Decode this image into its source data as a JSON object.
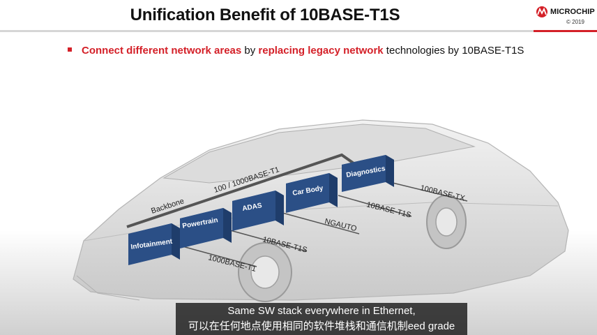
{
  "header": {
    "title": "Unification Benefit of 10BASE-T1S",
    "logo_text": "MICROCHIP",
    "copyright": "© 2019",
    "accent_color": "#d42028"
  },
  "bullet": {
    "part1": "Connect different network areas",
    "part2": " by ",
    "part3": "replacing legacy network",
    "part4": " technologies by 10BASE-T1S"
  },
  "diagram": {
    "backbone_label": "Backbone",
    "backbone_speed": "100 / 1000BASE-T1",
    "box_color": "#2b4f86",
    "modules": [
      {
        "name": "Infotainment",
        "link": "1000BASE-T1"
      },
      {
        "name": "Powertrain",
        "link": "10BASE-T1S"
      },
      {
        "name": "ADAS",
        "link": "NGAUTO"
      },
      {
        "name": "Car Body",
        "link": "10BASE-T1S"
      },
      {
        "name": "Diagnostics",
        "link": "100BASE-TX"
      }
    ]
  },
  "subtitles": {
    "english": "Same SW stack everywhere in Ethernet,",
    "chinese": "可以在任何地点使用相同的软件堆栈和通信机制",
    "english_tail": "eed grade"
  }
}
